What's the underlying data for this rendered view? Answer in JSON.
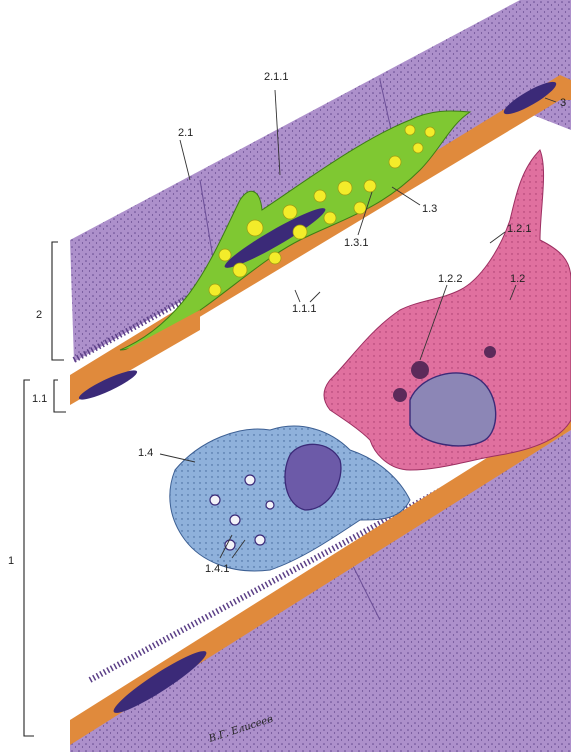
{
  "labels": {
    "l_1": "1",
    "l_1_1": "1.1",
    "l_1_1_1": "1.1.1",
    "l_1_2": "1.2",
    "l_1_2_1": "1.2.1",
    "l_1_2_2": "1.2.2",
    "l_1_3": "1.3",
    "l_1_3_1": "1.3.1",
    "l_1_4": "1.4",
    "l_1_4_1": "1.4.1",
    "l_2": "2",
    "l_2_1": "2.1",
    "l_2_1_1": "2.1.1",
    "l_3": "3"
  },
  "signature": "В.Г. Елисеев",
  "colors": {
    "epithelium": "#a98cc7",
    "epithelium_dark": "#7b5ea8",
    "endothelium_orange": "#e08a3c",
    "green_cell": "#7fc832",
    "yellow_granule": "#f3ec2a",
    "pink_cell": "#e0709f",
    "blue_cell": "#8fb1db",
    "nucleus": "#3b2a78"
  }
}
